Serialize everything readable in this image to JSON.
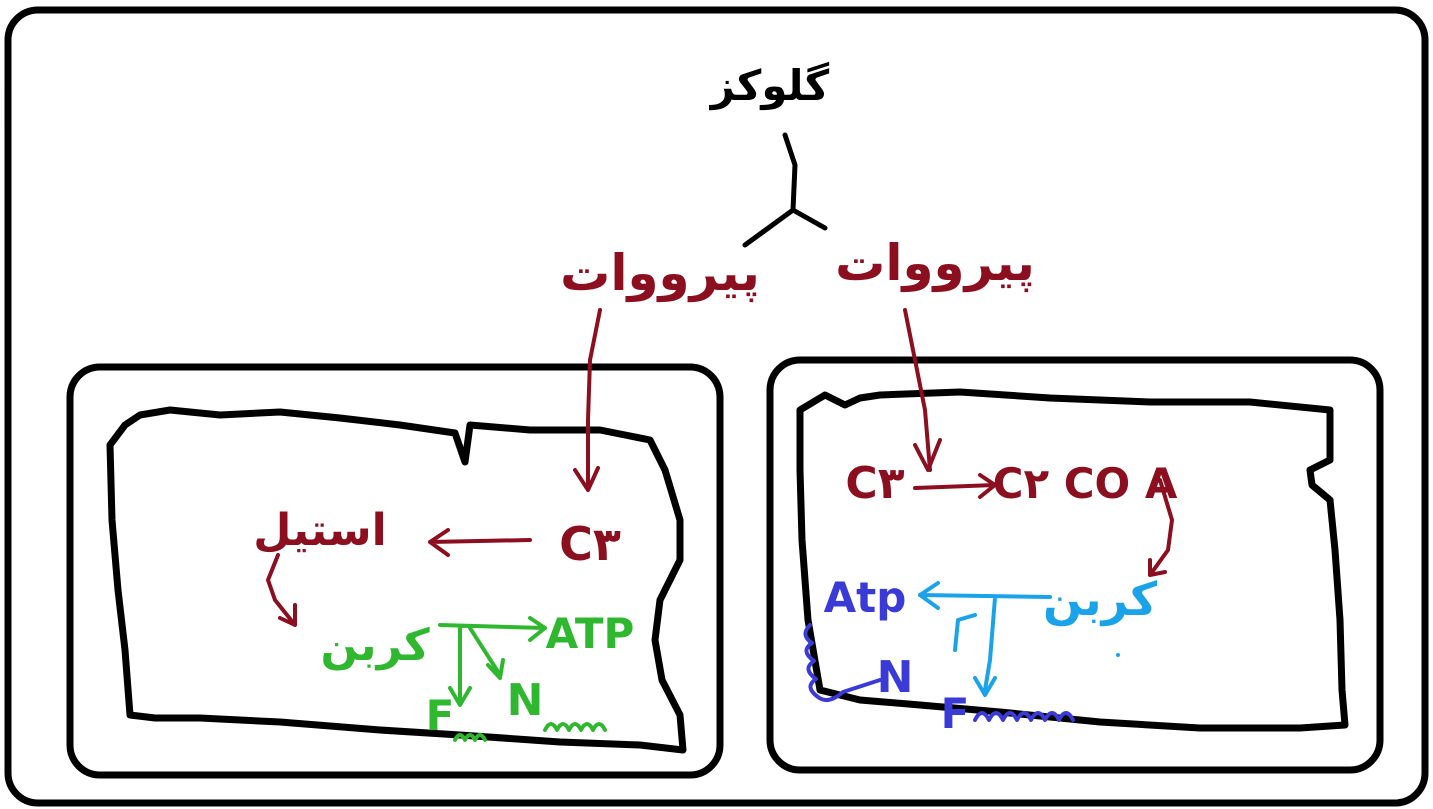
{
  "glucose": {
    "label": "گلوکز"
  },
  "left_branch": {
    "pyruvate_label": "پیرووات",
    "c3_label": "C۳",
    "acetyl_label": "استیل",
    "co2_label": "کربن",
    "atp_label": "ATP",
    "fad_label": "F",
    "nad_label": "N"
  },
  "right_branch": {
    "pyruvate_label": "پیرووات",
    "c3_label": "C۳",
    "coa_label": "C۲ CO A",
    "co2_label": "کربن",
    "atp_label": "Atp",
    "fad_label": "F",
    "nad_label": "N"
  },
  "colors": {
    "outline": "#000000",
    "pyruvate": "#8b0f1e",
    "left_products": "#2fb82f",
    "right_co2": "#1aa3e8",
    "right_products": "#3a3ad6"
  }
}
